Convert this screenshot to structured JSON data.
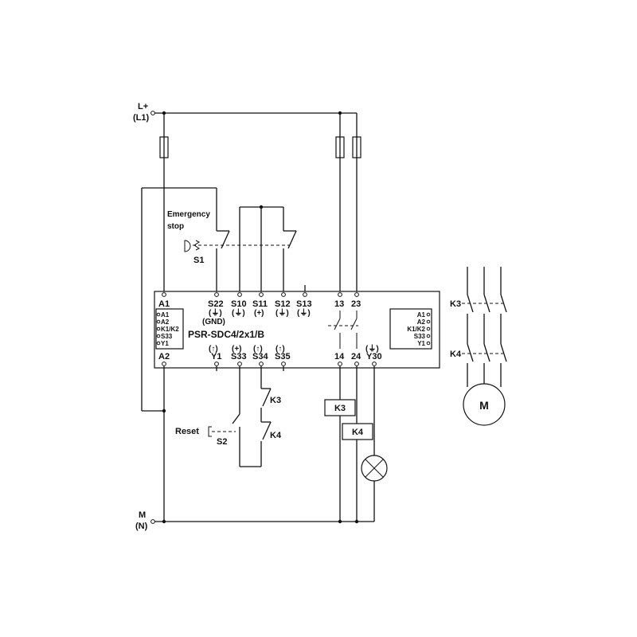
{
  "supply": {
    "top_label": "L+",
    "top_sub": "(L1)",
    "bottom_label": "M",
    "bottom_sub": "(N)"
  },
  "estop": {
    "label1": "Emergency",
    "label2": "stop",
    "name": "S1"
  },
  "device": {
    "model": "PSR-SDC4/2x1/B",
    "top_terminals": [
      {
        "id": "A1",
        "sub": "",
        "sub2": ""
      },
      {
        "id": "S22",
        "sub": "(⏚)",
        "sub2": "(GND)"
      },
      {
        "id": "S10",
        "sub": "(⏚)",
        "sub2": ""
      },
      {
        "id": "S11",
        "sub": "(+)",
        "sub2": ""
      },
      {
        "id": "S12",
        "sub": "(⏚)",
        "sub2": ""
      },
      {
        "id": "S13",
        "sub": "(⏚)",
        "sub2": ""
      },
      {
        "id": "13",
        "sub": "",
        "sub2": ""
      },
      {
        "id": "23",
        "sub": "",
        "sub2": ""
      }
    ],
    "bottom_terminals": [
      {
        "id": "A2",
        "sub": ""
      },
      {
        "id": "Y1",
        "sub": "(↑)"
      },
      {
        "id": "S33",
        "sub": "(+)"
      },
      {
        "id": "S34",
        "sub": "(↑)"
      },
      {
        "id": "S35",
        "sub": "(↑)"
      },
      {
        "id": "14",
        "sub": ""
      },
      {
        "id": "24",
        "sub": ""
      },
      {
        "id": "Y30",
        "sub": "(⏚)"
      }
    ],
    "left_block": [
      "A1",
      "A2",
      "K1/K2",
      "S33",
      "Y1"
    ],
    "right_block": [
      "A1",
      "A2",
      "K1/K2",
      "S33",
      "Y1"
    ]
  },
  "contacts": {
    "k3": "K3",
    "k4": "K4"
  },
  "reset": {
    "label": "Reset",
    "name": "S2"
  },
  "relays": {
    "k3": "K3",
    "k4": "K4"
  },
  "motor": {
    "label": "M",
    "k3": "K3",
    "k4": "K4"
  }
}
